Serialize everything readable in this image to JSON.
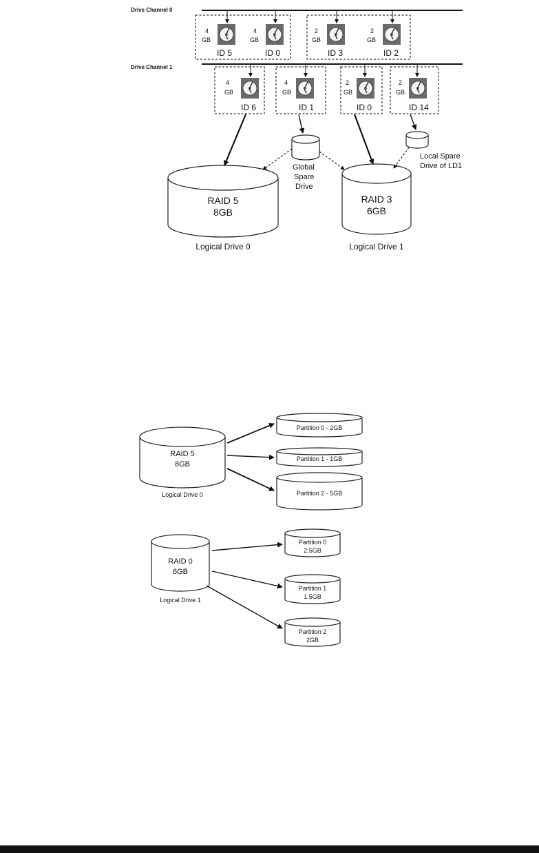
{
  "channels": [
    "Drive Channel 0",
    "Drive Channel 1"
  ],
  "channel0_drives": [
    {
      "size_num": "4",
      "size_unit": "GB",
      "id": "ID 5"
    },
    {
      "size_num": "4",
      "size_unit": "GB",
      "id": "ID 0"
    },
    {
      "size_num": "2",
      "size_unit": "GB",
      "id": "ID 3"
    },
    {
      "size_num": "2",
      "size_unit": "GB",
      "id": "ID 2"
    }
  ],
  "channel1_drives": [
    {
      "size_num": "4",
      "size_unit": "GB",
      "id": "ID 6"
    },
    {
      "size_num": "4",
      "size_unit": "GB",
      "id": "ID 1"
    },
    {
      "size_num": "2",
      "size_unit": "GB",
      "id": "ID 0"
    },
    {
      "size_num": "2",
      "size_unit": "GB",
      "id": "ID 14"
    }
  ],
  "global_spare": [
    "Global",
    "Spare",
    "Drive"
  ],
  "local_spare": [
    "Local Spare",
    "Drive of LD1"
  ],
  "ld0": {
    "raid": "RAID 5",
    "size": "8GB",
    "label": "Logical Drive 0"
  },
  "ld1": {
    "raid": "RAID 3",
    "size": "6GB",
    "label": "Logical Drive 1"
  },
  "partitions_a": {
    "raid": "RAID 5",
    "size": "8GB",
    "label": "Logical Drive 0",
    "parts": [
      "Partition 0 - 2GB",
      "Partition 1 - 1GB",
      "Partition 2 - 5GB"
    ]
  },
  "partitions_b": {
    "raid": "RAID 0",
    "size": "6GB",
    "label": "Logical Drive 1",
    "parts": [
      [
        "Partition 0",
        "2.5GB"
      ],
      [
        "Partition 1",
        "1.5GB"
      ],
      [
        "Partition 2",
        "2GB"
      ]
    ]
  }
}
